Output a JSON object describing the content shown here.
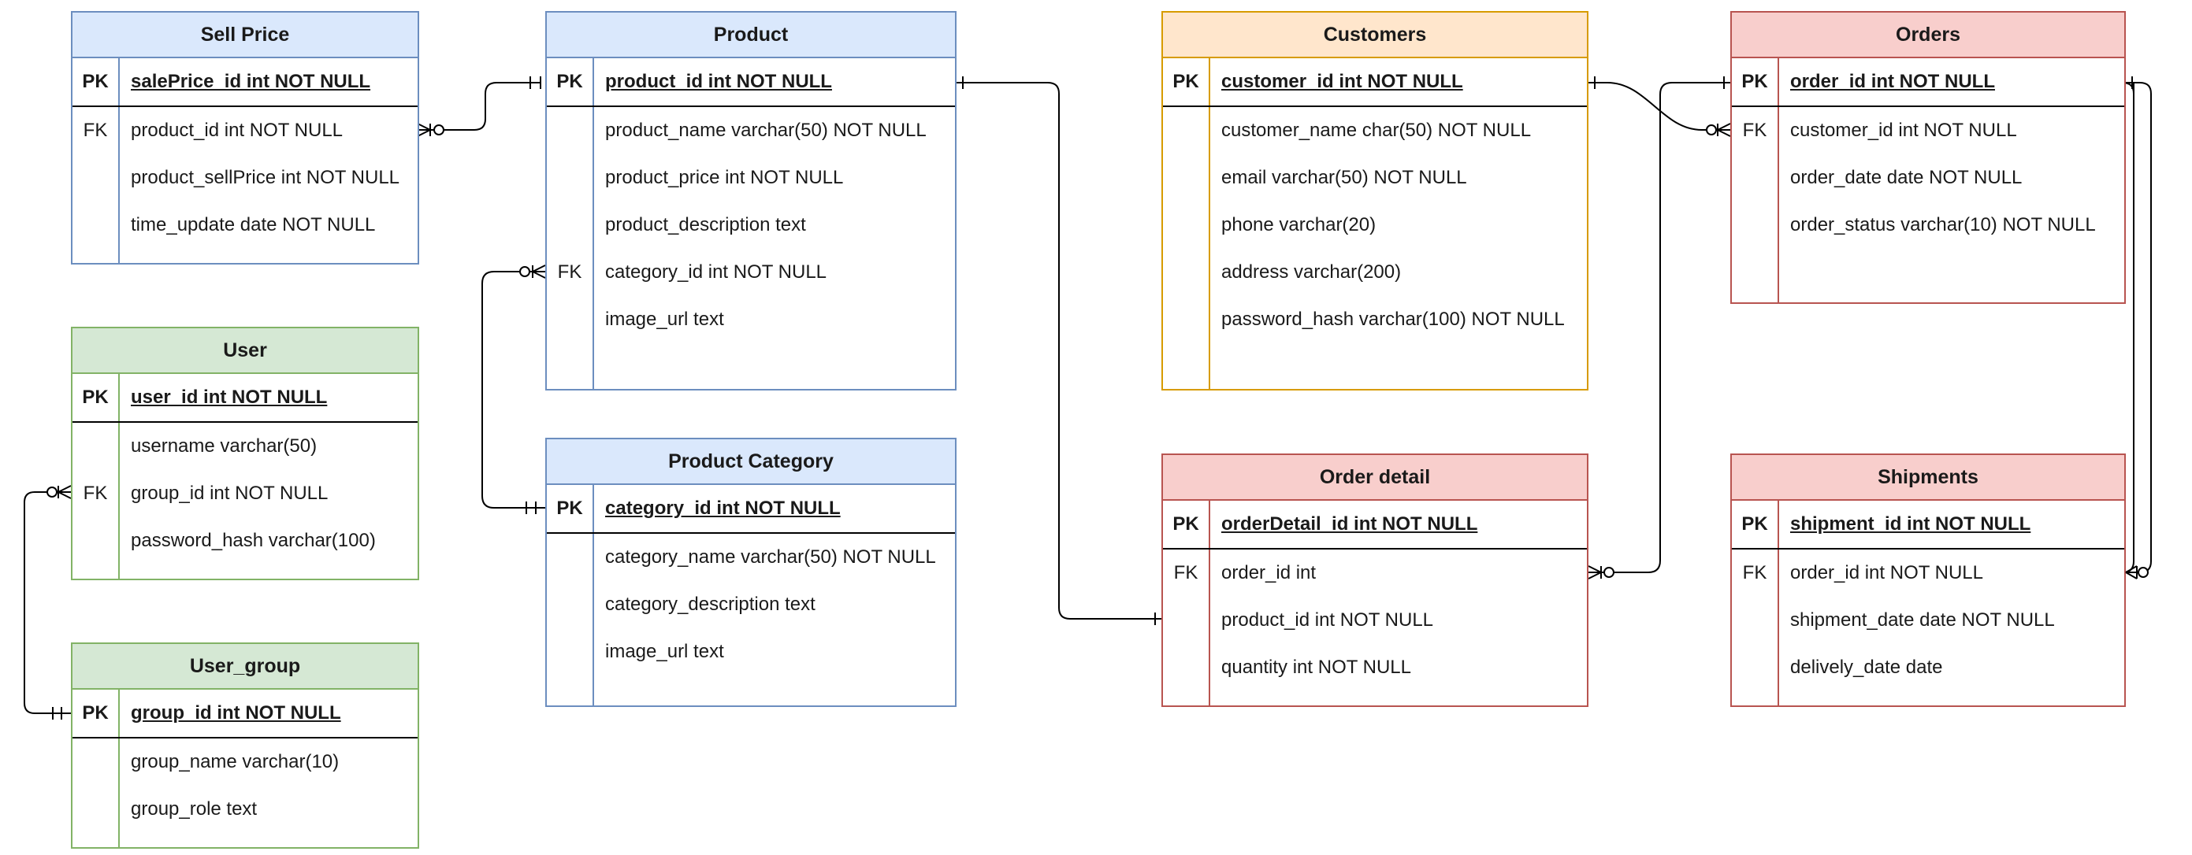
{
  "tables": {
    "sell_price": {
      "title": "Sell Price",
      "pk": {
        "key": "PK",
        "field": "salePrice_id int NOT NULL"
      },
      "rows": [
        {
          "key": "FK",
          "field": "product_id int NOT NULL"
        },
        {
          "key": "",
          "field": "product_sellPrice int NOT NULL"
        },
        {
          "key": "",
          "field": "time_update date NOT NULL"
        }
      ]
    },
    "user": {
      "title": "User",
      "pk": {
        "key": "PK",
        "field": "user_id int NOT NULL"
      },
      "rows": [
        {
          "key": "",
          "field": "username varchar(50)"
        },
        {
          "key": "FK",
          "field": "group_id int NOT NULL"
        },
        {
          "key": "",
          "field": "password_hash varchar(100)"
        }
      ]
    },
    "user_group": {
      "title": "User_group",
      "pk": {
        "key": "PK",
        "field": "group_id int NOT NULL"
      },
      "rows": [
        {
          "key": "",
          "field": "group_name varchar(10)"
        },
        {
          "key": "",
          "field": "group_role text"
        }
      ]
    },
    "product": {
      "title": "Product",
      "pk": {
        "key": "PK",
        "field": "product_id int NOT NULL"
      },
      "rows": [
        {
          "key": "",
          "field": "product_name varchar(50) NOT NULL"
        },
        {
          "key": "",
          "field": "product_price int NOT NULL"
        },
        {
          "key": "",
          "field": "product_description text"
        },
        {
          "key": "FK",
          "field": "category_id int NOT NULL"
        },
        {
          "key": "",
          "field": "image_url text"
        }
      ]
    },
    "product_category": {
      "title": "Product Category",
      "pk": {
        "key": "PK",
        "field": "category_id int NOT NULL"
      },
      "rows": [
        {
          "key": "",
          "field": "category_name varchar(50) NOT NULL"
        },
        {
          "key": "",
          "field": "category_description text"
        },
        {
          "key": "",
          "field": "image_url text"
        }
      ]
    },
    "customers": {
      "title": "Customers",
      "pk": {
        "key": "PK",
        "field": "customer_id int NOT NULL"
      },
      "rows": [
        {
          "key": "",
          "field": "customer_name char(50) NOT NULL"
        },
        {
          "key": "",
          "field": "email varchar(50) NOT NULL"
        },
        {
          "key": "",
          "field": "phone varchar(20)"
        },
        {
          "key": "",
          "field": "address varchar(200)"
        },
        {
          "key": "",
          "field": "password_hash varchar(100) NOT NULL"
        }
      ]
    },
    "order_detail": {
      "title": "Order detail",
      "pk": {
        "key": "PK",
        "field": "orderDetail_id int NOT NULL"
      },
      "rows": [
        {
          "key": "FK",
          "field": "order_id int"
        },
        {
          "key": "",
          "field": "product_id int NOT NULL"
        },
        {
          "key": "",
          "field": "quantity int NOT NULL"
        }
      ]
    },
    "orders": {
      "title": "Orders",
      "pk": {
        "key": "PK",
        "field": "order_id int NOT NULL"
      },
      "rows": [
        {
          "key": "FK",
          "field": "customer_id int NOT NULL"
        },
        {
          "key": "",
          "field": "order_date date NOT NULL"
        },
        {
          "key": "",
          "field": "order_status varchar(10) NOT NULL"
        }
      ]
    },
    "shipments": {
      "title": "Shipments",
      "pk": {
        "key": "PK",
        "field": "shipment_id int NOT NULL"
      },
      "rows": [
        {
          "key": "FK",
          "field": "order_id int NOT NULL"
        },
        {
          "key": "",
          "field": "shipment_date date NOT NULL"
        },
        {
          "key": "",
          "field": "delively_date date"
        }
      ]
    }
  },
  "relationships": [
    {
      "from": "Product.product_id",
      "to": "Sell Price.product_id",
      "one_end": "one",
      "many_end": "zero-or-many"
    },
    {
      "from": "Product Category.category_id",
      "to": "Product.category_id",
      "one_end": "one",
      "many_end": "zero-or-many"
    },
    {
      "from": "User_group.group_id",
      "to": "User.group_id",
      "one_end": "one",
      "many_end": "zero-or-many"
    },
    {
      "from": "Product.product_id",
      "to": "Order detail.product_id",
      "one_end": "one",
      "many_end": "one"
    },
    {
      "from": "Customers.customer_id",
      "to": "Orders.customer_id",
      "one_end": "one",
      "many_end": "zero-or-many"
    },
    {
      "from": "Orders.order_id",
      "to": "Order detail.order_id",
      "one_end": "one",
      "many_end": "zero-or-many"
    },
    {
      "from": "Orders.order_id",
      "to": "Shipments.order_id",
      "one_end": "one",
      "many_end": "zero-or-many"
    }
  ]
}
